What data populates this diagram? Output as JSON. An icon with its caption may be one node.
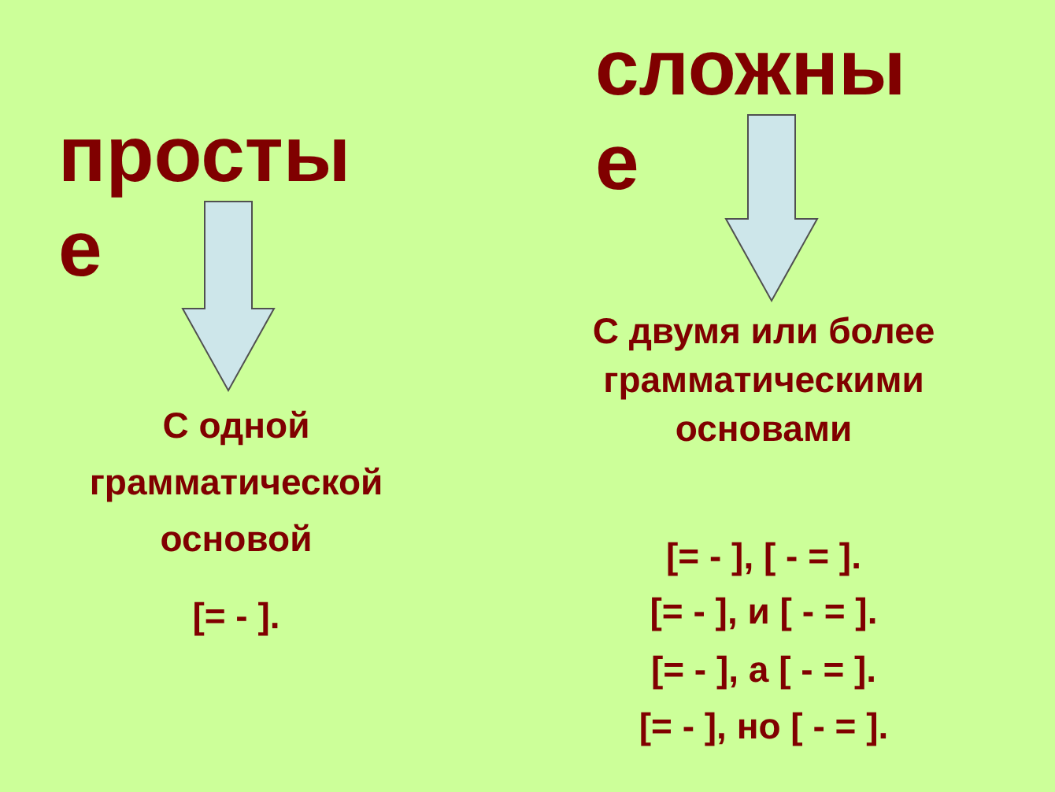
{
  "diagram": {
    "nodes": [
      {
        "text": [
          "простые"
        ]
      },
      {
        "text": [
          "С одной грамматической основой"
        ]
      },
      {
        "text": [
          "сложные"
        ]
      },
      {
        "text": [
          "С двумя или более грамматическими основами"
        ]
      }
    ],
    "edges": [
      {
        "from": 0,
        "to": 1,
        "arrow": "to"
      },
      {
        "from": 2,
        "to": 3,
        "arrow": "to"
      }
    ],
    "labels": [
      "[= - ].",
      "[= - ], [ - = ].",
      "[= - ], и [ - = ].",
      "[= - ], а [ - = ].",
      "[= - ], но [ - = ]."
    ]
  }
}
